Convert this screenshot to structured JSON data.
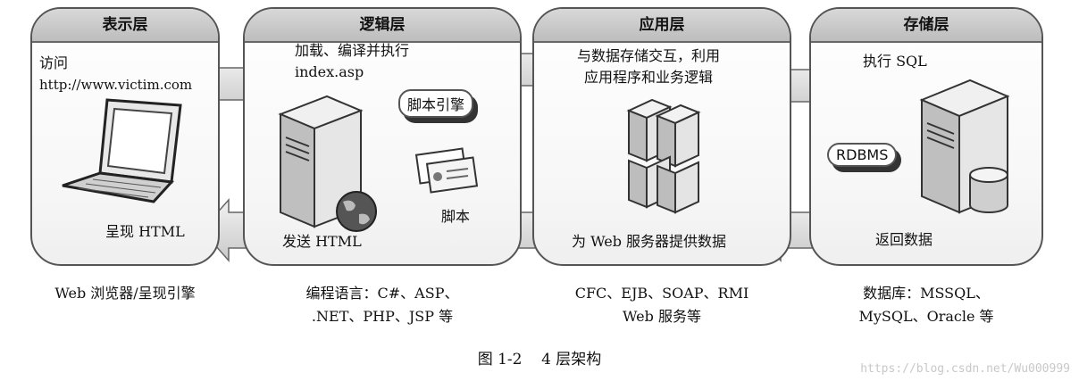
{
  "tiers": [
    {
      "title": "表示层",
      "top_text_1": "访问",
      "top_text_2": "http://www.victim.com",
      "bottom_text": "呈现 HTML",
      "caption_1": "Web 浏览器/呈现引擎"
    },
    {
      "title": "逻辑层",
      "top_text_1": "加载、编译并执行",
      "top_text_2": "index.asp",
      "badge": "脚本引擎",
      "script_label": "脚本",
      "bottom_text": "发送 HTML",
      "caption_1": "编程语言：C#、ASP、",
      "caption_2": ".NET、PHP、JSP 等"
    },
    {
      "title": "应用层",
      "top_text_1": "与数据存储交互，利用",
      "top_text_2": "应用程序和业务逻辑",
      "bottom_text": "为 Web 服务器提供数据",
      "caption_1": "CFC、EJB、SOAP、RMI",
      "caption_2": "Web 服务等"
    },
    {
      "title": "存储层",
      "top_text_1": "执行 SQL",
      "badge": "RDBMS",
      "bottom_text": "返回数据",
      "caption_1": "数据库：MSSQL、",
      "caption_2": "MySQL、Oracle 等"
    }
  ],
  "figure_caption": "图 1-2    4 层架构",
  "watermark": "https://blog.csdn.net/Wu000999",
  "colors": {
    "panel_border": "#555555",
    "header_fill": "#c8c8c8",
    "arrow_fill": "#d9d9d9"
  },
  "icons": [
    "laptop-icon",
    "server-icon",
    "globe-icon",
    "script-cards-icon",
    "server-cluster-icon",
    "database-icon"
  ]
}
